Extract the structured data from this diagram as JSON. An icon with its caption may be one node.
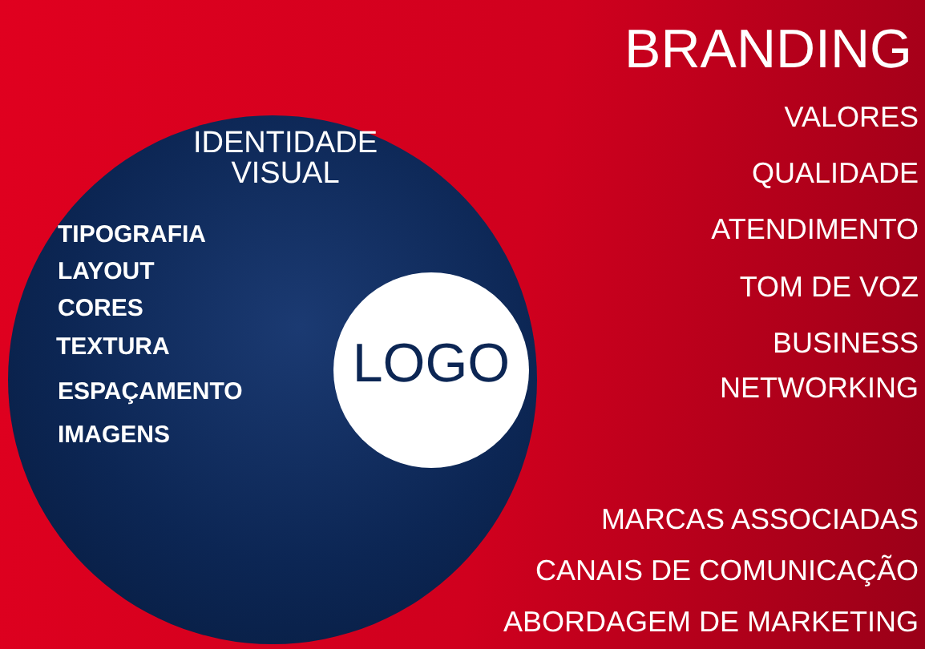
{
  "diagram": {
    "title": "BRANDING",
    "nodes": [
      {
        "text": [
          "IDENTIDADE VISUAL",
          "TIPOGRAFIA",
          "LAYOUT",
          "CORES",
          "TEXTURA",
          "ESPAÇAMENTO",
          "IMAGENS"
        ]
      },
      {
        "text": [
          "LOGO"
        ],
        "in": 0
      }
    ],
    "labels": [
      "VALORES",
      "QUALIDADE",
      "ATENDIMENTO",
      "TOM DE VOZ",
      "BUSINESS NETWORKING",
      "MARCAS ASSOCIADAS",
      "CANAIS DE COMUNICAÇÃO",
      "ABORDAGEM DE MARKETING"
    ]
  }
}
